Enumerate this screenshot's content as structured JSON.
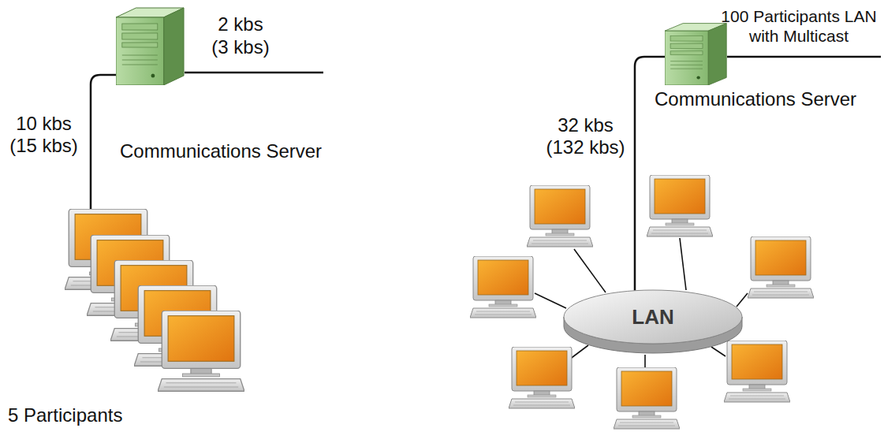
{
  "diagram": {
    "nodes": [
      {
        "text": [
          "Communications Server"
        ]
      },
      {
        "text": [
          "5 Participants"
        ]
      },
      {
        "text": [
          "Communications Server"
        ]
      },
      {
        "text": [
          "LAN"
        ]
      }
    ],
    "edges": [
      {
        "from": 0,
        "to": 1,
        "arrow": "none",
        "label": "10 kbs (15 kbs)"
      },
      {
        "from": 2,
        "to": 3,
        "arrow": "none",
        "label": "32 kbs (132 kbs)"
      }
    ],
    "labels": [
      "2 kbs (3 kbs)",
      "100 Participants LAN with Multicast"
    ]
  }
}
